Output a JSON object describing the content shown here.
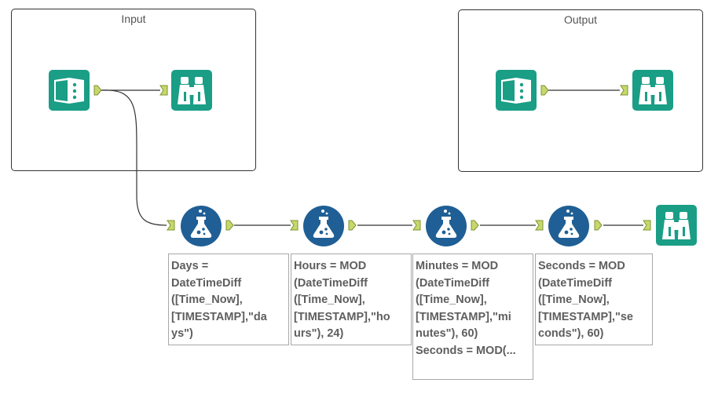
{
  "containers": {
    "input_title": "Input",
    "output_title": "Output"
  },
  "tools": [
    {
      "id": "input-tool-1",
      "icon": "input-data-icon"
    },
    {
      "id": "browse-tool-1",
      "icon": "binoculars-icon"
    },
    {
      "id": "input-tool-2",
      "icon": "input-data-icon"
    },
    {
      "id": "browse-tool-2",
      "icon": "binoculars-icon"
    },
    {
      "id": "formula-tool-days",
      "icon": "formula-flask-icon"
    },
    {
      "id": "formula-tool-hours",
      "icon": "formula-flask-icon"
    },
    {
      "id": "formula-tool-minutes",
      "icon": "formula-flask-icon"
    },
    {
      "id": "formula-tool-seconds",
      "icon": "formula-flask-icon"
    },
    {
      "id": "browse-tool-3",
      "icon": "binoculars-icon"
    }
  ],
  "annotations": {
    "days": "Days =\nDateTimeDiff\n([Time_Now],\n[TIMESTAMP],\"da\nys\")",
    "hours": "Hours = MOD\n(DateTimeDiff\n([Time_Now],\n[TIMESTAMP],\"ho\nurs\"), 24)",
    "minutes": "Minutes = MOD\n(DateTimeDiff\n([Time_Now],\n[TIMESTAMP],\"mi\nnutes\"), 60)\nSeconds = MOD(...",
    "seconds": "Seconds = MOD\n(DateTimeDiff\n([Time_Now],\n[TIMESTAMP],\"se\nconds\"), 60)"
  },
  "colors": {
    "teal": "#1a9e86",
    "formula_blue": "#1f5f95",
    "anchor_green": "#c6d86b",
    "anchor_border": "#7d9433",
    "wire": "#333333"
  }
}
